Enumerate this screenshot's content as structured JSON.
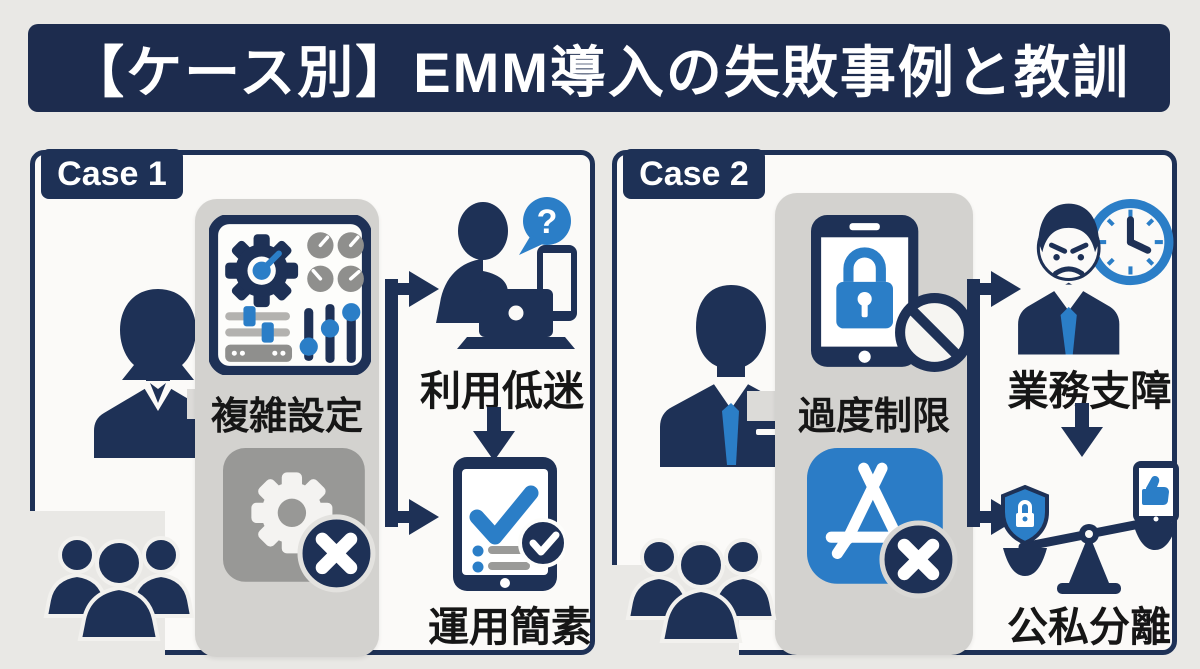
{
  "title": {
    "text": "【ケース別】EMM導入の失敗事例と教訓"
  },
  "cases": [
    {
      "label": "Case 1",
      "problem": "複雑設定",
      "consequence": "利用低迷",
      "lesson": "運用簡素",
      "icon_names": [
        "woman-user-icon",
        "team-users-icon",
        "settings-panel-icon",
        "gear-failure-icon",
        "confused-user-devices-icon",
        "question-bubble-icon",
        "tablet-checklist-icon",
        "flow-arrow-icon",
        "down-arrow-icon"
      ]
    },
    {
      "label": "Case 2",
      "problem": "過度制限",
      "consequence": "業務支障",
      "lesson": "公私分離",
      "icon_names": [
        "businessman-user-icon",
        "team-users-icon",
        "phone-lock-icon",
        "ban-icon",
        "appstore-blocked-icon",
        "angry-user-icon",
        "clock-icon",
        "shield-lock-icon",
        "thumbs-up-phone-icon",
        "balance-scale-icon",
        "flow-arrow-icon",
        "down-arrow-icon"
      ]
    }
  ],
  "glyphs": {
    "question_mark": "?"
  },
  "colors": {
    "navy": "#1e3156",
    "title_navy": "#1d2c4e",
    "accent_blue": "#2b7ec7",
    "page_bg": "#e9e8e5",
    "panel_bg": "#fbfaf8",
    "tray_gray": "#d3d2cf",
    "icon_gray": "#8f8f8d",
    "label_text": "#161616"
  }
}
